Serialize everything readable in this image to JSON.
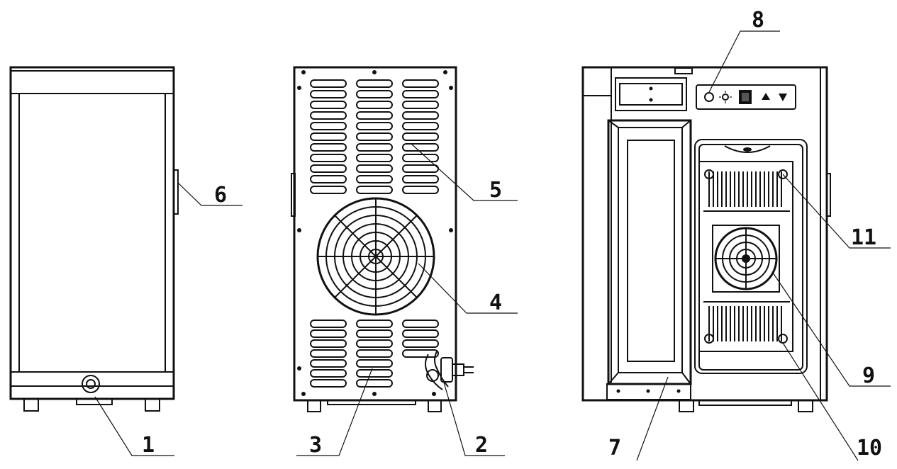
{
  "diagram": {
    "views": [
      "front-view",
      "rear-view",
      "open-front-view"
    ],
    "callouts": [
      {
        "id": "1",
        "label": "1"
      },
      {
        "id": "2",
        "label": "2"
      },
      {
        "id": "3",
        "label": "3"
      },
      {
        "id": "4",
        "label": "4"
      },
      {
        "id": "5",
        "label": "5"
      },
      {
        "id": "6",
        "label": "6"
      },
      {
        "id": "7",
        "label": "7"
      },
      {
        "id": "8",
        "label": "8"
      },
      {
        "id": "9",
        "label": "9"
      },
      {
        "id": "10",
        "label": "10"
      },
      {
        "id": "11",
        "label": "11"
      }
    ]
  }
}
